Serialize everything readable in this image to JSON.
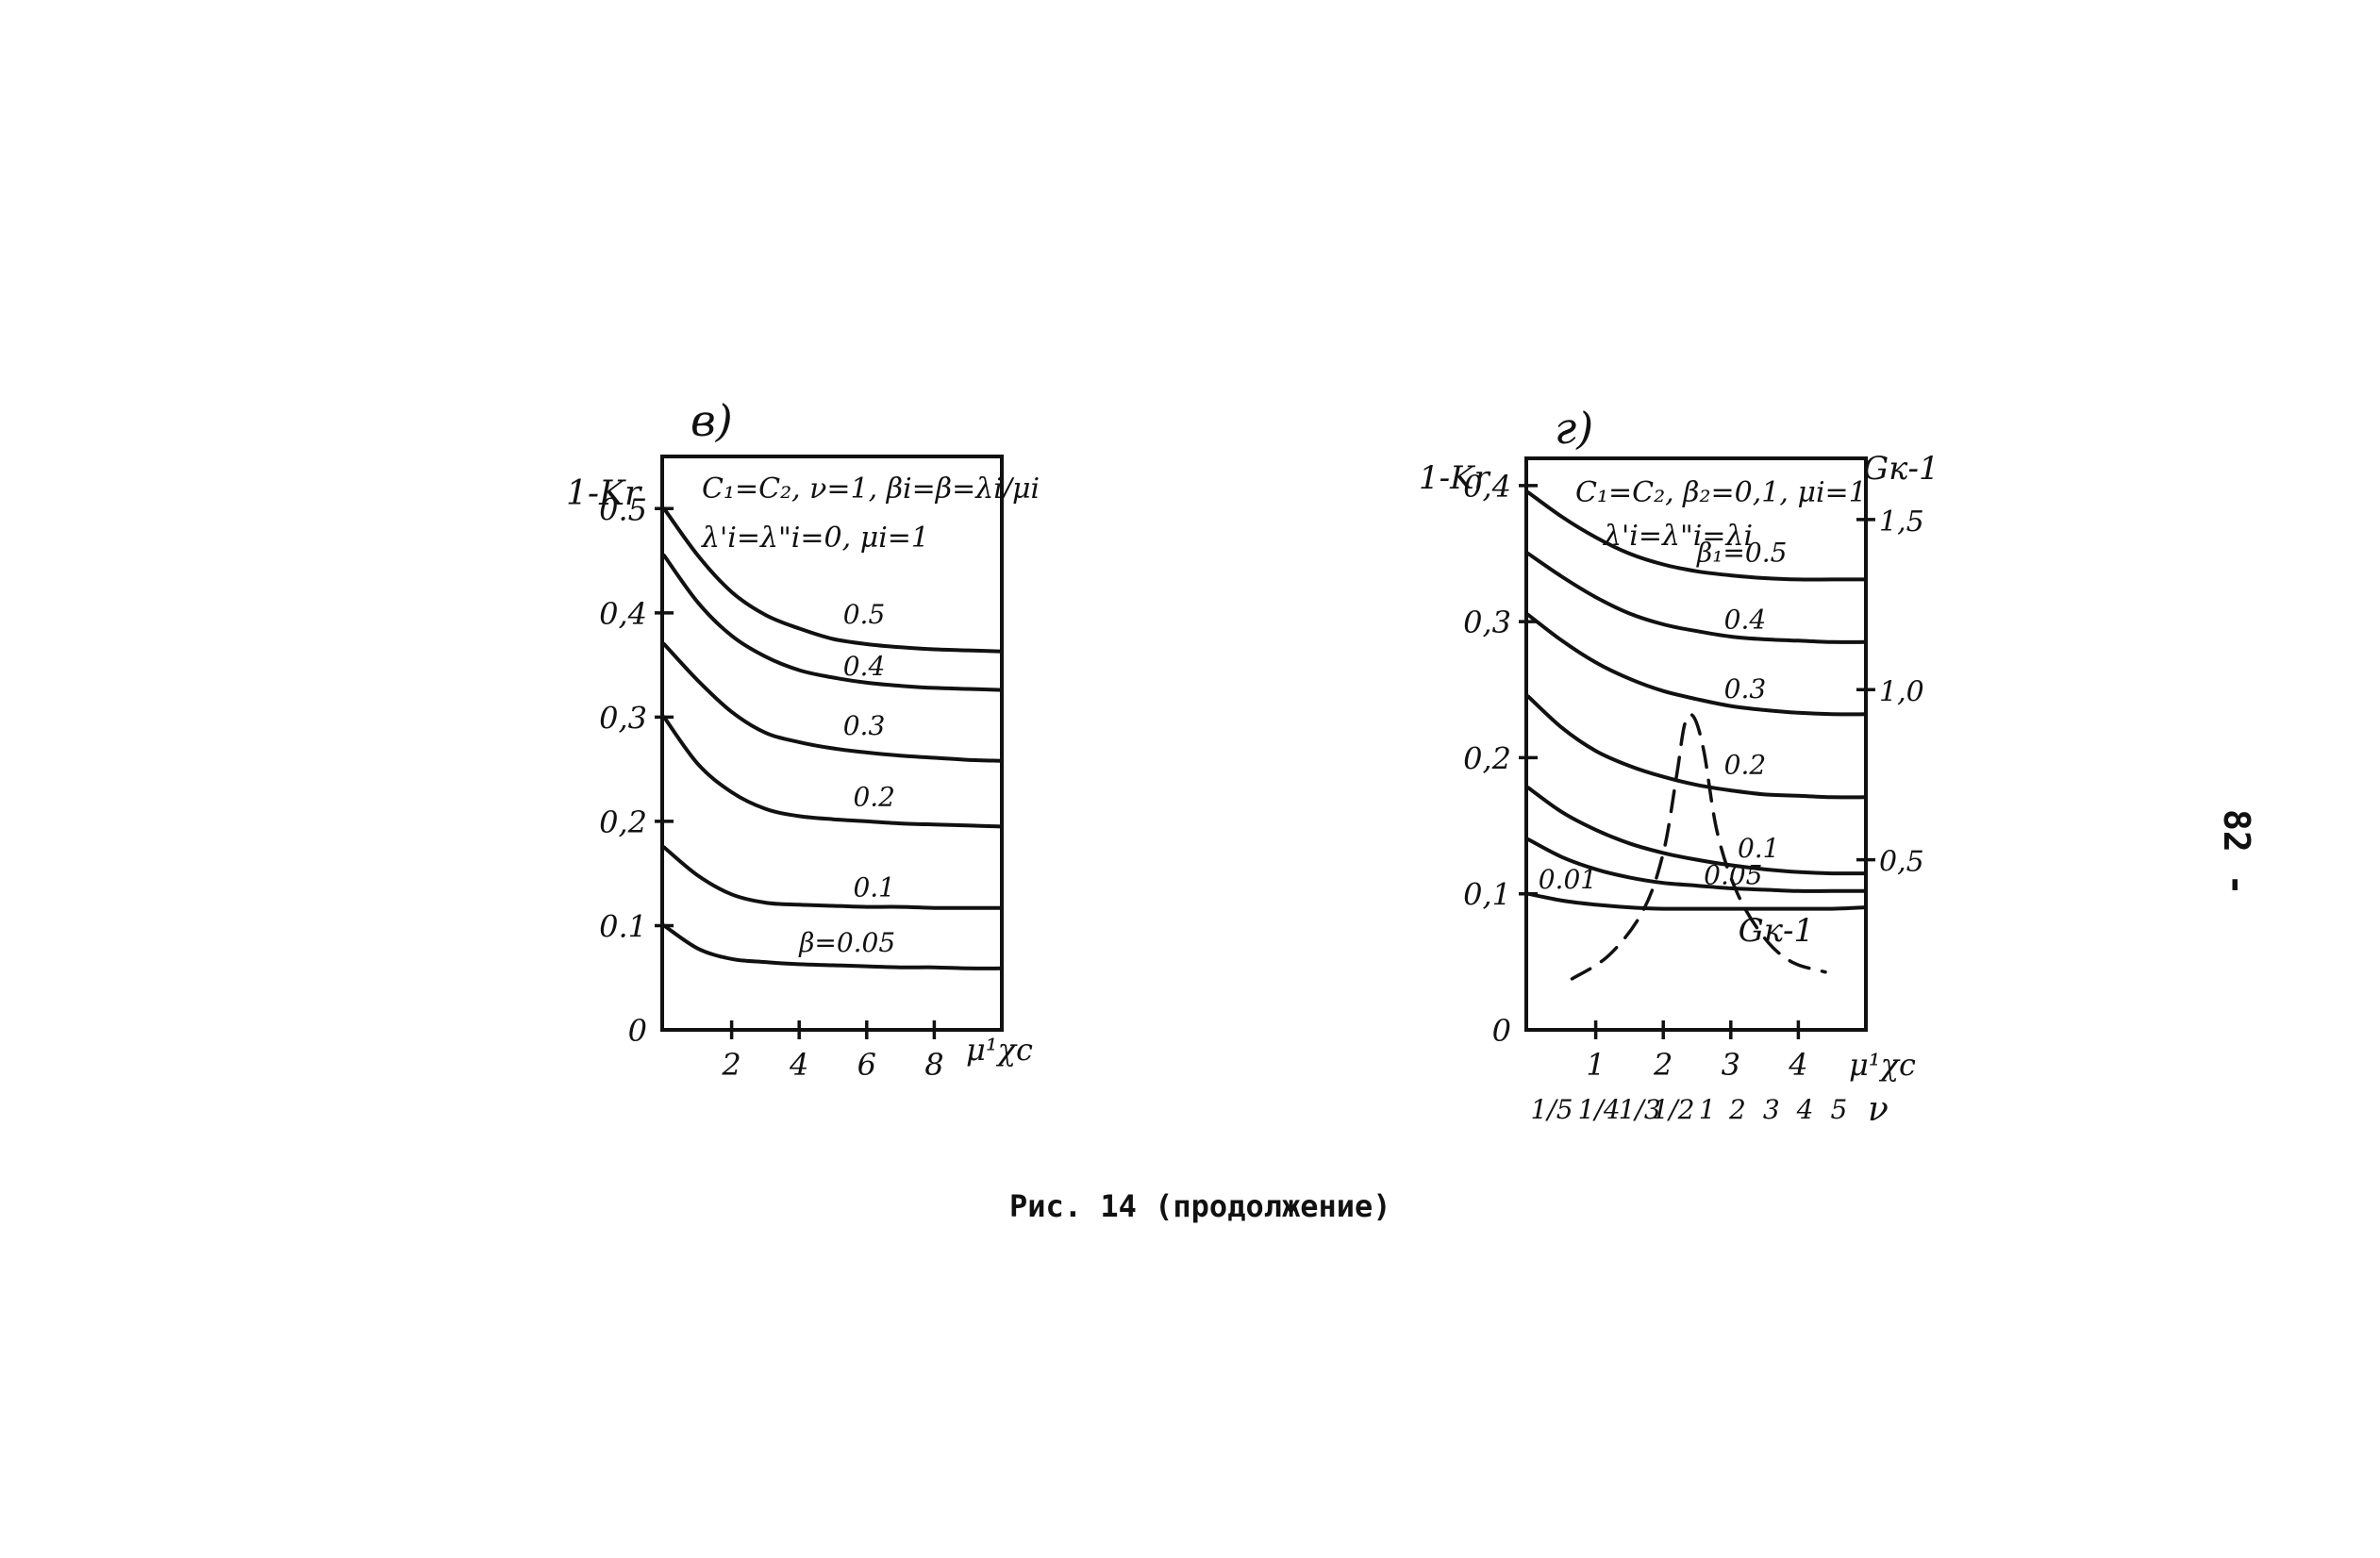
{
  "caption": "Рис. 14 (продолжение)",
  "page_number": "82 -",
  "chart_data": [
    {
      "type": "line",
      "panel_label": "в)",
      "ylabel": "1-Kr",
      "xlabel": "μ¹χc",
      "conditions": [
        "C₁=C₂, ν=1, βi=β=λi/μi",
        "λ'i=λ\"i=0, μi=1"
      ],
      "xlim": [
        0,
        10
      ],
      "ylim": [
        0,
        0.55
      ],
      "x_ticks": [
        {
          "value": 2,
          "label": "2"
        },
        {
          "value": 4,
          "label": "4"
        },
        {
          "value": 6,
          "label": "6"
        },
        {
          "value": 8,
          "label": "8"
        }
      ],
      "y_ticks": [
        {
          "value": 0,
          "label": "0"
        },
        {
          "value": 0.1,
          "label": "0.1"
        },
        {
          "value": 0.2,
          "label": "0,2"
        },
        {
          "value": 0.3,
          "label": "0,3"
        },
        {
          "value": 0.4,
          "label": "0,4"
        },
        {
          "value": 0.5,
          "label": "0.5"
        }
      ],
      "series": [
        {
          "name": "0.5",
          "label_at": [
            5.3,
            0.39
          ],
          "x": [
            0,
            1,
            2,
            3,
            4,
            5,
            6,
            7,
            8,
            9,
            10
          ],
          "y": [
            0.5,
            0.455,
            0.42,
            0.398,
            0.385,
            0.375,
            0.37,
            0.367,
            0.365,
            0.364,
            0.363
          ]
        },
        {
          "name": "0.4",
          "label_at": [
            5.3,
            0.34
          ],
          "x": [
            0,
            1,
            2,
            3,
            4,
            5,
            6,
            7,
            8,
            9,
            10
          ],
          "y": [
            0.455,
            0.41,
            0.378,
            0.358,
            0.345,
            0.338,
            0.333,
            0.33,
            0.328,
            0.327,
            0.326
          ]
        },
        {
          "name": "0.3",
          "label_at": [
            5.3,
            0.283
          ],
          "x": [
            0,
            1,
            2,
            3,
            4,
            5,
            6,
            7,
            8,
            9,
            10
          ],
          "y": [
            0.37,
            0.335,
            0.305,
            0.285,
            0.276,
            0.27,
            0.266,
            0.263,
            0.261,
            0.259,
            0.258
          ]
        },
        {
          "name": "0.2",
          "label_at": [
            5.6,
            0.215
          ],
          "x": [
            0,
            1,
            2,
            3,
            4,
            5,
            6,
            7,
            8,
            9,
            10
          ],
          "y": [
            0.3,
            0.255,
            0.228,
            0.212,
            0.205,
            0.202,
            0.2,
            0.198,
            0.197,
            0.196,
            0.195
          ]
        },
        {
          "name": "0.1",
          "label_at": [
            5.6,
            0.128
          ],
          "x": [
            0,
            1,
            2,
            3,
            4,
            5,
            6,
            7,
            8,
            9,
            10
          ],
          "y": [
            0.175,
            0.148,
            0.13,
            0.122,
            0.12,
            0.119,
            0.118,
            0.118,
            0.117,
            0.117,
            0.117
          ]
        },
        {
          "name": "β=0.05",
          "label_at": [
            4.0,
            0.075
          ],
          "x": [
            0,
            1,
            2,
            3,
            4,
            5,
            6,
            7,
            8,
            9,
            10
          ],
          "y": [
            0.1,
            0.078,
            0.068,
            0.065,
            0.063,
            0.062,
            0.061,
            0.06,
            0.06,
            0.059,
            0.059
          ]
        }
      ]
    },
    {
      "type": "line",
      "panel_label": "г)",
      "ylabel": "1-Kr",
      "ylabel_right": "Gк-1",
      "xlabel": "μ¹χc",
      "xlabel_secondary": "ν",
      "conditions": [
        "C₁=C₂, β₂=0,1, μi=1",
        "λ'i=λ\"i=λi"
      ],
      "xlim": [
        0,
        5
      ],
      "ylim": [
        0,
        0.42
      ],
      "ylim_right": [
        0,
        1.68
      ],
      "x_ticks": [
        {
          "value": 1,
          "label": "1"
        },
        {
          "value": 2,
          "label": "2"
        },
        {
          "value": 3,
          "label": "3"
        },
        {
          "value": 4,
          "label": "4"
        }
      ],
      "nu_ticks": [
        {
          "value": 0.35,
          "label": "1/5"
        },
        {
          "value": 1.05,
          "label": "1/4"
        },
        {
          "value": 1.65,
          "label": "1/3"
        },
        {
          "value": 2.15,
          "label": "1/2"
        },
        {
          "value": 2.65,
          "label": "1"
        },
        {
          "value": 3.1,
          "label": "2"
        },
        {
          "value": 3.6,
          "label": "3"
        },
        {
          "value": 4.1,
          "label": "4"
        },
        {
          "value": 4.6,
          "label": "5"
        }
      ],
      "y_ticks": [
        {
          "value": 0,
          "label": "0"
        },
        {
          "value": 0.1,
          "label": "0,1"
        },
        {
          "value": 0.2,
          "label": "0,2"
        },
        {
          "value": 0.3,
          "label": "0,3"
        },
        {
          "value": 0.4,
          "label": "0,4"
        }
      ],
      "y_ticks_right": [
        {
          "value": 0.5,
          "label": "0,5"
        },
        {
          "value": 1.0,
          "label": "1,0"
        },
        {
          "value": 1.5,
          "label": "1,5"
        }
      ],
      "series": [
        {
          "name": "β₁=0.5",
          "label_at": [
            2.5,
            0.344
          ],
          "x": [
            0,
            0.5,
            1,
            1.5,
            2,
            2.5,
            3,
            3.5,
            4,
            4.5,
            5
          ],
          "y": [
            0.395,
            0.377,
            0.362,
            0.35,
            0.342,
            0.337,
            0.334,
            0.332,
            0.331,
            0.331,
            0.331
          ]
        },
        {
          "name": "0.4",
          "label_at": [
            2.9,
            0.295
          ],
          "x": [
            0,
            0.5,
            1,
            1.5,
            2,
            2.5,
            3,
            3.5,
            4,
            4.5,
            5
          ],
          "y": [
            0.35,
            0.333,
            0.318,
            0.306,
            0.298,
            0.293,
            0.289,
            0.287,
            0.286,
            0.285,
            0.285
          ]
        },
        {
          "name": "0.3",
          "label_at": [
            2.9,
            0.244
          ],
          "x": [
            0,
            0.5,
            1,
            1.5,
            2,
            2.5,
            3,
            3.5,
            4,
            4.5,
            5
          ],
          "y": [
            0.305,
            0.286,
            0.27,
            0.258,
            0.249,
            0.243,
            0.238,
            0.235,
            0.233,
            0.232,
            0.232
          ]
        },
        {
          "name": "0.2",
          "label_at": [
            2.9,
            0.188
          ],
          "x": [
            0,
            0.5,
            1,
            1.5,
            2,
            2.5,
            3,
            3.5,
            4,
            4.5,
            5
          ],
          "y": [
            0.245,
            0.222,
            0.205,
            0.194,
            0.186,
            0.18,
            0.176,
            0.173,
            0.172,
            0.171,
            0.171
          ]
        },
        {
          "name": "0.1",
          "label_at": [
            3.1,
            0.127
          ],
          "x": [
            0,
            0.5,
            1,
            1.5,
            2,
            2.5,
            3,
            3.5,
            4,
            4.5,
            5
          ],
          "y": [
            0.178,
            0.16,
            0.147,
            0.137,
            0.13,
            0.125,
            0.121,
            0.118,
            0.116,
            0.115,
            0.115
          ]
        },
        {
          "name": "0.05",
          "label_at": [
            2.6,
            0.107
          ],
          "x": [
            0,
            0.5,
            1,
            1.5,
            2,
            2.5,
            3,
            3.5,
            4,
            4.5,
            5
          ],
          "y": [
            0.14,
            0.127,
            0.118,
            0.112,
            0.108,
            0.106,
            0.104,
            0.103,
            0.102,
            0.102,
            0.102
          ]
        },
        {
          "name": "0.01",
          "label_at": [
            0.15,
            0.104
          ],
          "x": [
            0,
            0.5,
            1,
            1.5,
            2,
            2.5,
            3,
            3.5,
            4,
            4.5,
            5
          ],
          "y": [
            0.1,
            0.095,
            0.092,
            0.09,
            0.089,
            0.089,
            0.089,
            0.089,
            0.089,
            0.089,
            0.09
          ]
        }
      ],
      "dashed_series": {
        "name": "Gк-1",
        "axis": "right",
        "label_at": [
          3.5,
          0.255
        ],
        "x": [
          0.65,
          1.2,
          1.7,
          2.0,
          2.2,
          2.32,
          2.45,
          2.6,
          2.8,
          3.1,
          3.5,
          3.9,
          4.4
        ],
        "y_right": [
          0.15,
          0.22,
          0.35,
          0.52,
          0.75,
          0.9,
          0.92,
          0.82,
          0.58,
          0.4,
          0.27,
          0.2,
          0.17
        ]
      }
    }
  ]
}
